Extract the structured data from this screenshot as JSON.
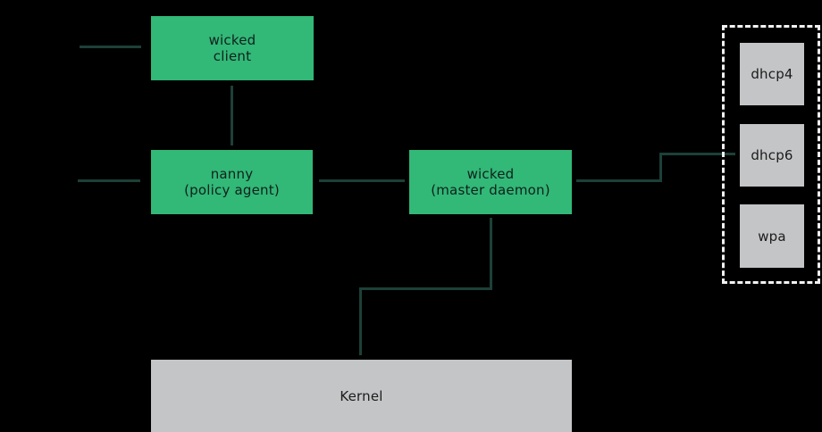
{
  "colors": {
    "background": "#000000",
    "node_green": "#32b877",
    "node_gray": "#c4c5c7",
    "connector": "#1c4038",
    "group_border": "#f2f2f2"
  },
  "nodes": {
    "wicked_client": "wicked\nclient",
    "nanny": "nanny\n(policy agent)",
    "wicked_master": "wicked\n(master daemon)",
    "kernel": "Kernel"
  },
  "supplicants": {
    "dhcp4": "dhcp4",
    "dhcp6": "dhcp6",
    "wpa": "wpa"
  }
}
